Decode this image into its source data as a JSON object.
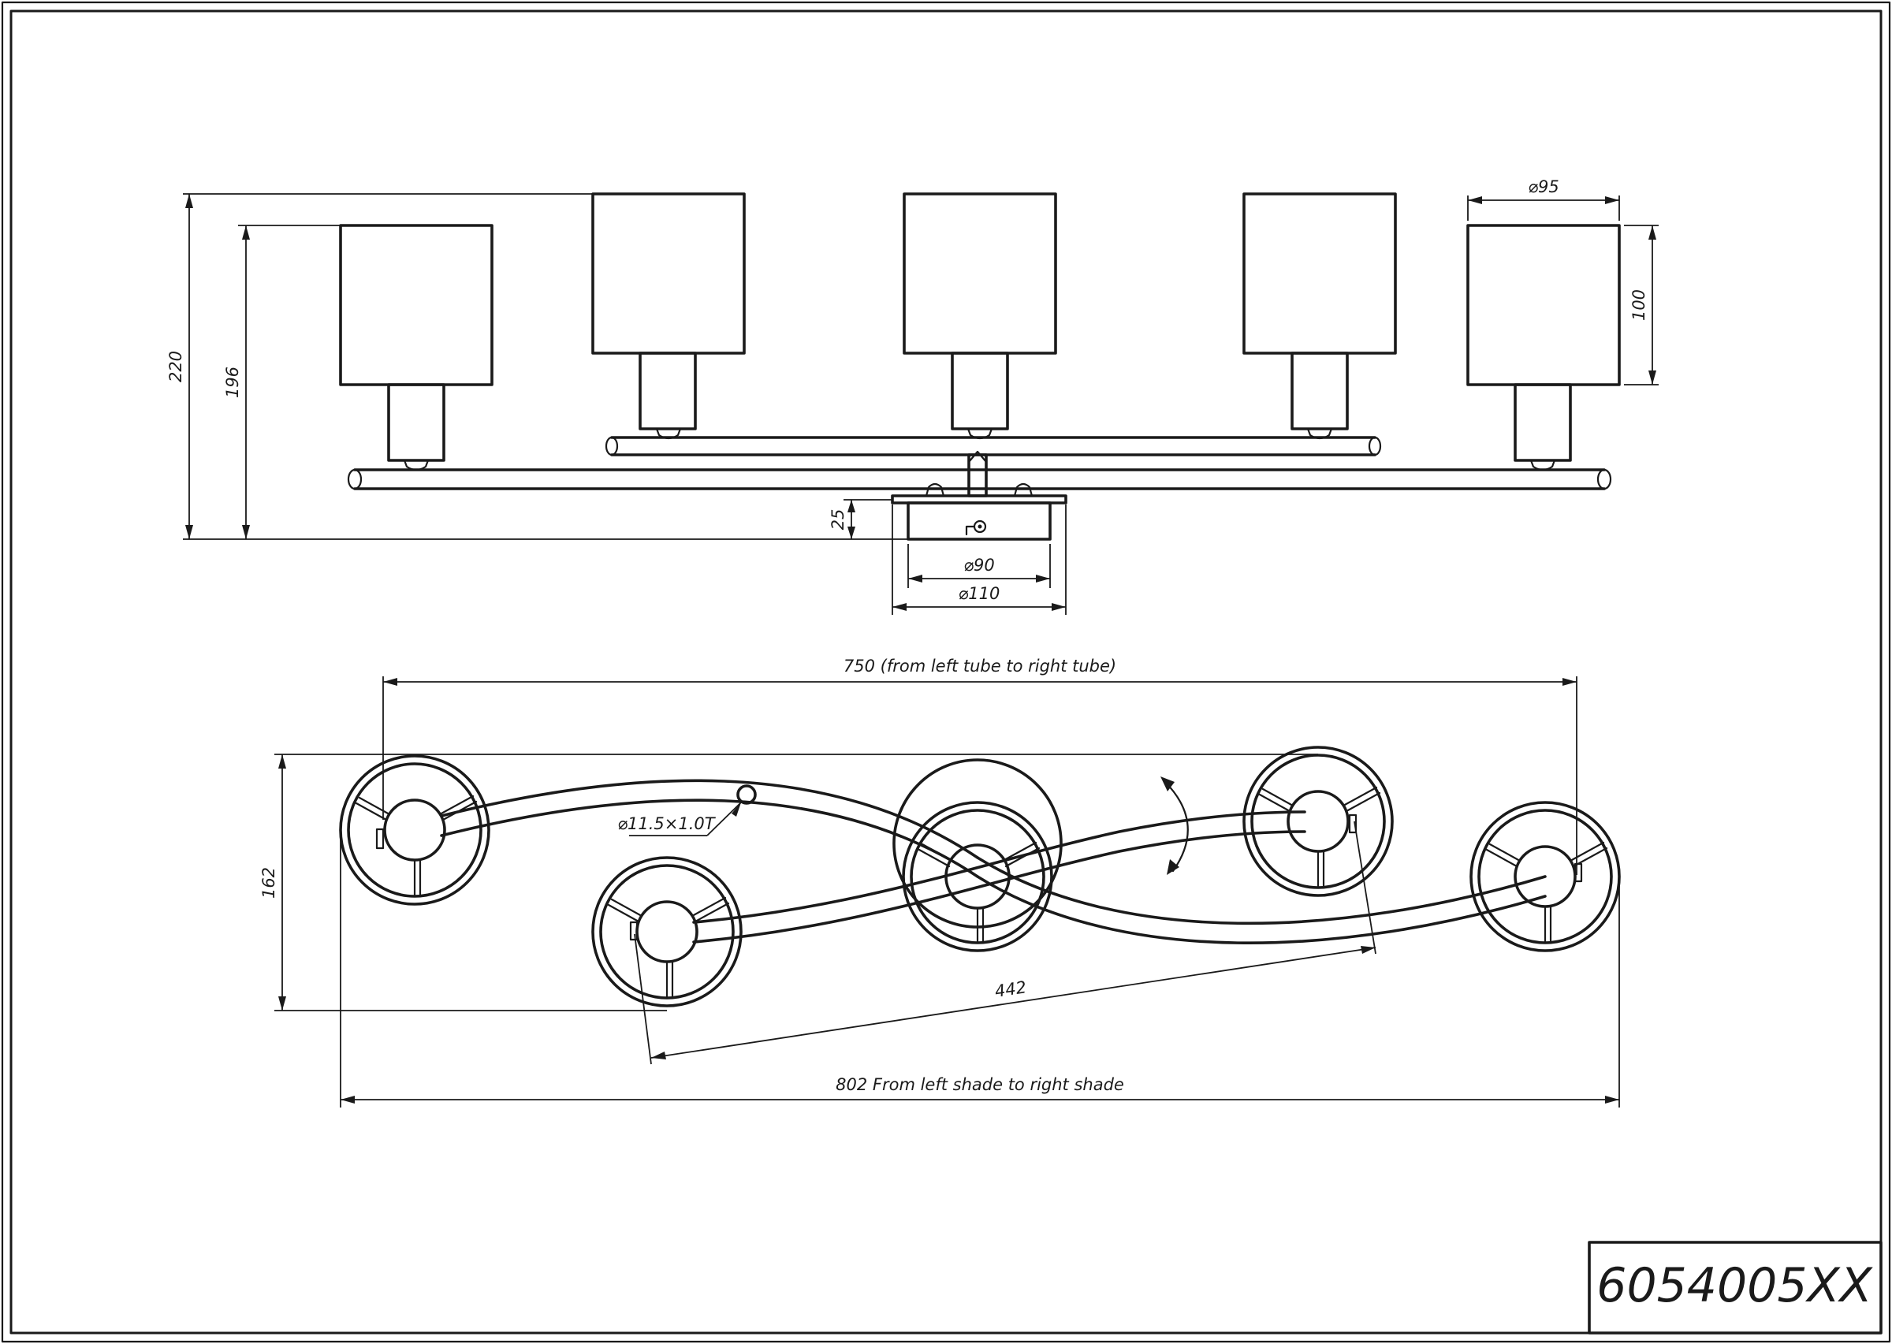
{
  "title_block": {
    "product_code": "6054005XX"
  },
  "front_view": {
    "dimensions": {
      "overall_height": "220",
      "height_to_lower_shade": "196",
      "shade_diameter": "⌀95",
      "shade_height": "100",
      "canopy_height": "25",
      "canopy_inner_diameter": "⌀90",
      "canopy_outer_diameter": "⌀110"
    }
  },
  "top_view": {
    "dimensions": {
      "tube_span": "750 (from left tube to right tube)",
      "shade_span": "802 From left shade to right shade",
      "depth": "162",
      "diagonal": "442",
      "tube_section": "⌀11.5×1.0T"
    }
  }
}
